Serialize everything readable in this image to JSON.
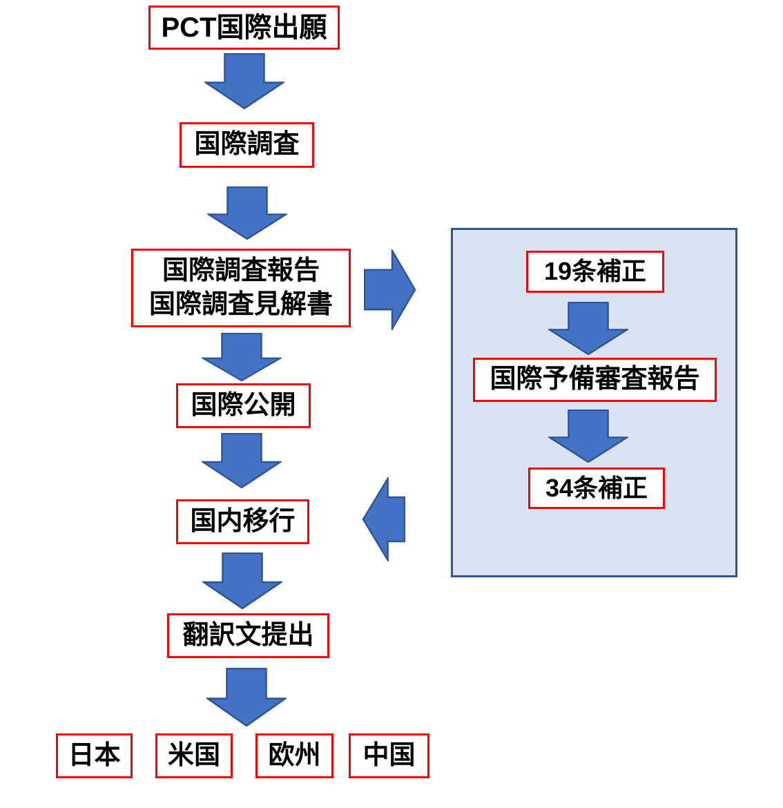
{
  "flow": {
    "pct_application": "PCT国際出願",
    "international_search": "国際調査",
    "search_report_line1": "国際調査報告",
    "search_report_line2": "国際調査見解書",
    "international_publication": "国際公開",
    "national_phase_entry": "国内移行",
    "translation_submission": "翻訳文提出"
  },
  "countries": [
    "日本",
    "米国",
    "欧州",
    "中国"
  ],
  "amendment_panel": {
    "article_19_amendment": "19条補正",
    "preliminary_examination_report": "国際予備審査報告",
    "article_34_amendment": "34条補正"
  },
  "colors": {
    "box_border": "#FF0000",
    "box_fill": "#FFFFFF",
    "text": "#000000",
    "arrow_fill": "#4472C4",
    "arrow_outline": "#2F5597",
    "panel_fill": "#DAE3F3",
    "panel_border": "#2F5597",
    "background": "#FFFFFF"
  }
}
